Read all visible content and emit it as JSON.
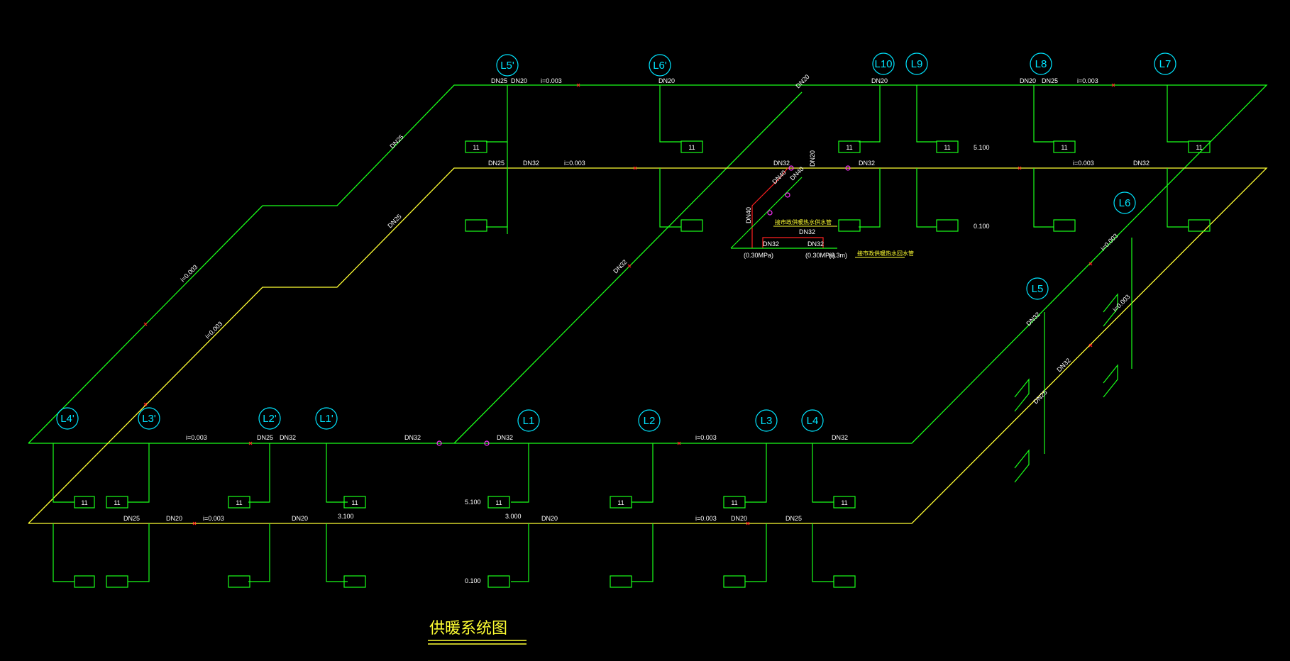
{
  "title": "供暖系统图",
  "colors": {
    "supply": "#19ff19",
    "return": "#ffff33",
    "riser_circle": "#00e5ff",
    "valve": "#ff33ff",
    "accent_red": "#ff2020",
    "annotation": "#ffff33"
  },
  "riser_labels": {
    "L5p": "L5'",
    "L6p": "L6'",
    "L10": "L10",
    "L9": "L9",
    "L8": "L8",
    "L7": "L7",
    "L6": "L6",
    "L5": "L5",
    "L4p": "L4'",
    "L3p": "L3'",
    "L2p": "L2'",
    "L1p": "L1'",
    "L1": "L1",
    "L2": "L2",
    "L3": "L3",
    "L4": "L4"
  },
  "radiator_label": "11",
  "pipe_labels": {
    "dn25": "DN25",
    "dn20": "DN20",
    "dn32": "DN32",
    "dn40": "DN40",
    "slope": "i=0.003"
  },
  "elevations": {
    "e1": "3.100",
    "e2": "5.100",
    "e3": "0.100",
    "e4": "3.000"
  },
  "pressures": {
    "p1": "(0.30MPa)",
    "p2": "(0.30MPa)",
    "p3": "(3.3m)"
  },
  "notes": {
    "note1": "接市政供暖热水供水管",
    "note2": "接市政供暖热水回水管"
  }
}
